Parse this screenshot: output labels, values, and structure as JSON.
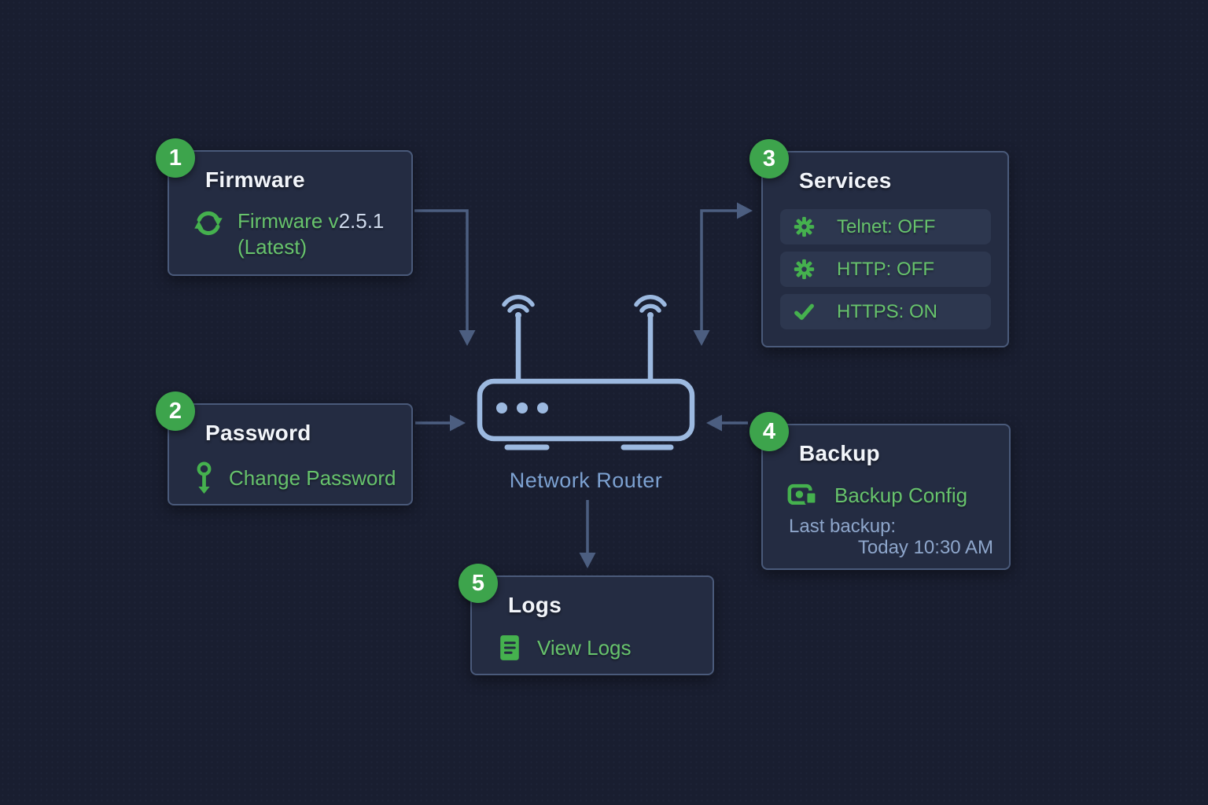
{
  "palette": {
    "background": "#191e30",
    "card_background": "#242c42",
    "card_border": "#4a5a7a",
    "row_background": "#2d374f",
    "badge_green": "#3da44c",
    "text_green": "#67c36c",
    "icon_green": "#45b14e",
    "title_color": "#f2f5fa",
    "router_blue": "#9cb9e0",
    "router_label_blue": "#7da2d2",
    "muted_text": "#8ea6cb",
    "connector_color": "#4c5e80",
    "version_light": "#cfdaec"
  },
  "router": {
    "label": "Network Router"
  },
  "cards": {
    "firmware": {
      "number": "1",
      "title": "Firmware",
      "icon": "refresh-icon",
      "version_prefix": "Firmware v",
      "version_number": "2.5.1",
      "version_suffix": "(Latest)"
    },
    "password": {
      "number": "2",
      "title": "Password",
      "icon": "key-icon",
      "action": "Change Password"
    },
    "services": {
      "number": "3",
      "title": "Services",
      "items": [
        {
          "icon": "gear-icon",
          "label": "Telnet: OFF"
        },
        {
          "icon": "gear-icon",
          "label": "HTTP: OFF"
        },
        {
          "icon": "check-icon",
          "label": "HTTPS: ON"
        }
      ]
    },
    "backup": {
      "number": "4",
      "title": "Backup",
      "icon": "backup-icon",
      "action": "Backup Config",
      "last_backup_label": "Last backup:",
      "last_backup_value": "Today 10:30 AM"
    },
    "logs": {
      "number": "5",
      "title": "Logs",
      "icon": "document-icon",
      "action": "View Logs"
    }
  }
}
